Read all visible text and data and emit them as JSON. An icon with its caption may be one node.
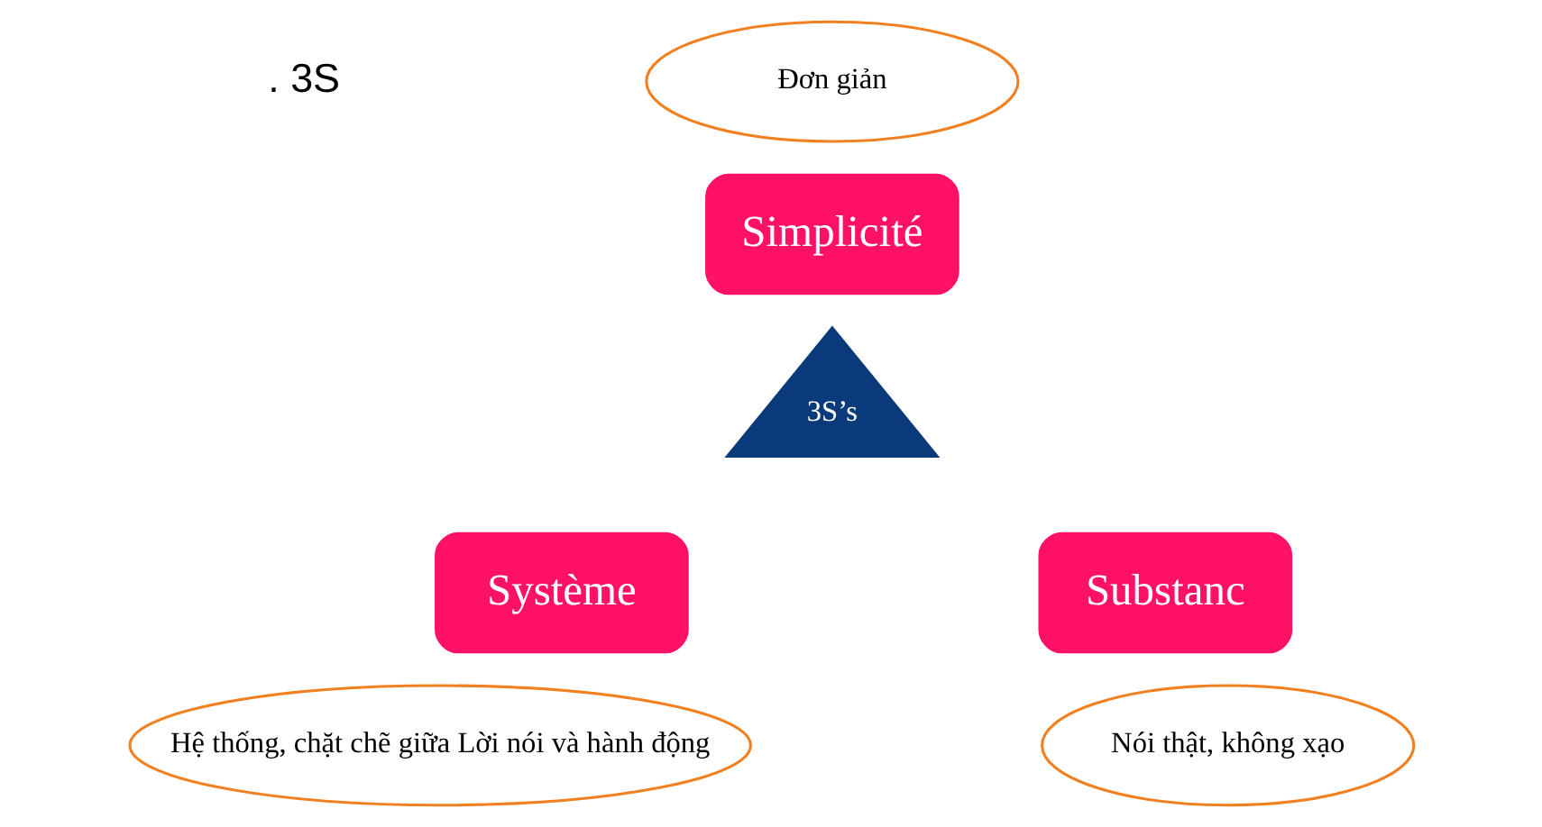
{
  "diagram": {
    "nodes": [
      {
        "text": [
          "Đơn giản"
        ]
      },
      {
        "text": [
          "Simplicité"
        ]
      },
      {
        "text": [
          "3S’s"
        ]
      },
      {
        "text": [
          "Système"
        ]
      },
      {
        "text": [
          "Substanc"
        ]
      },
      {
        "text": [
          "Hệ thống, chặt chẽ giữa Lời nói và hành động"
        ]
      },
      {
        "text": [
          "Nói thật, không xạo"
        ]
      }
    ],
    "edges": [],
    "labels": [
      ". 3S"
    ]
  }
}
